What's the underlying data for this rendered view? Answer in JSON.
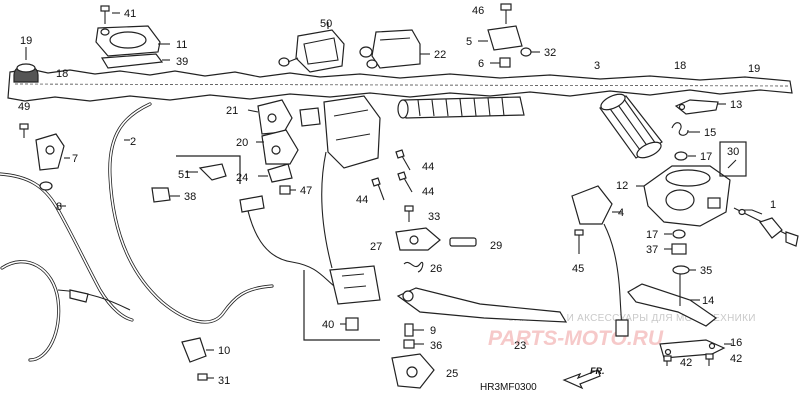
{
  "diagram": {
    "code": "HR3MF0300",
    "direction_marker": "FR.",
    "watermark_text": "ЗАПЧАСТИ И АКСЕССУАРЫ ДЛЯ МОТОТЕХНИКИ",
    "watermark_logo": "PARTS-MOTO.RU",
    "callouts": [
      {
        "id": "c41",
        "label": "41"
      },
      {
        "id": "c11",
        "label": "11"
      },
      {
        "id": "c39",
        "label": "39"
      },
      {
        "id": "c19a",
        "label": "19"
      },
      {
        "id": "c18a",
        "label": "18"
      },
      {
        "id": "c50",
        "label": "50"
      },
      {
        "id": "c22",
        "label": "22"
      },
      {
        "id": "c46",
        "label": "46"
      },
      {
        "id": "c5",
        "label": "5"
      },
      {
        "id": "c32",
        "label": "32"
      },
      {
        "id": "c6",
        "label": "6"
      },
      {
        "id": "c3",
        "label": "3"
      },
      {
        "id": "c18b",
        "label": "18"
      },
      {
        "id": "c19b",
        "label": "19"
      },
      {
        "id": "c49",
        "label": "49"
      },
      {
        "id": "c7",
        "label": "7"
      },
      {
        "id": "c2",
        "label": "2"
      },
      {
        "id": "c21",
        "label": "21"
      },
      {
        "id": "c20",
        "label": "20"
      },
      {
        "id": "c13",
        "label": "13"
      },
      {
        "id": "c15",
        "label": "15"
      },
      {
        "id": "c51",
        "label": "51"
      },
      {
        "id": "c24",
        "label": "24"
      },
      {
        "id": "c47",
        "label": "47"
      },
      {
        "id": "c38",
        "label": "38"
      },
      {
        "id": "c44a",
        "label": "44"
      },
      {
        "id": "c44b",
        "label": "44"
      },
      {
        "id": "c44c",
        "label": "44"
      },
      {
        "id": "c8",
        "label": "8"
      },
      {
        "id": "c33",
        "label": "33"
      },
      {
        "id": "c17a",
        "label": "17"
      },
      {
        "id": "c30",
        "label": "30"
      },
      {
        "id": "c12",
        "label": "12"
      },
      {
        "id": "c4",
        "label": "4"
      },
      {
        "id": "c1",
        "label": "1"
      },
      {
        "id": "c27",
        "label": "27"
      },
      {
        "id": "c29",
        "label": "29"
      },
      {
        "id": "c17b",
        "label": "17"
      },
      {
        "id": "c37",
        "label": "37"
      },
      {
        "id": "c45",
        "label": "45"
      },
      {
        "id": "c26",
        "label": "26"
      },
      {
        "id": "c35",
        "label": "35"
      },
      {
        "id": "c14",
        "label": "14"
      },
      {
        "id": "c40",
        "label": "40"
      },
      {
        "id": "c9",
        "label": "9"
      },
      {
        "id": "c36",
        "label": "36"
      },
      {
        "id": "c23",
        "label": "23"
      },
      {
        "id": "c16",
        "label": "16"
      },
      {
        "id": "c10",
        "label": "10"
      },
      {
        "id": "c42a",
        "label": "42"
      },
      {
        "id": "c42b",
        "label": "42"
      },
      {
        "id": "c25",
        "label": "25"
      },
      {
        "id": "c31",
        "label": "31"
      }
    ]
  }
}
